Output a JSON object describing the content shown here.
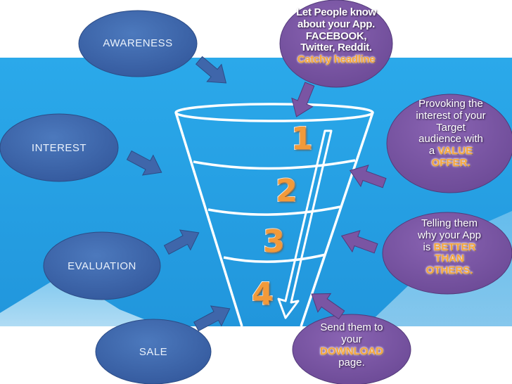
{
  "stages": {
    "awareness": "AWARENESS",
    "interest": "INTEREST",
    "evaluation": "EVALUATION",
    "sale": "SALE"
  },
  "numbers": [
    "1",
    "2",
    "3",
    "4"
  ],
  "callouts": {
    "awareness_lines": [
      "Let People know",
      "about your App.",
      "FACEBOOK,",
      "Twitter, Reddit."
    ],
    "awareness_highlight": "Catchy headline",
    "interest_lines": [
      "Provoking the",
      "interest of your",
      "Target",
      "audience with"
    ],
    "interest_prefix": "a ",
    "interest_highlight_1": "VALUE",
    "interest_highlight_2": "OFFER.",
    "evaluation_lines": [
      "Telling them",
      "why your App"
    ],
    "evaluation_prefix": "is ",
    "evaluation_highlight_1": "BETTER",
    "evaluation_highlight_2": "THAN",
    "evaluation_highlight_3": "OTHERS.",
    "sale_lines": [
      "Send them to",
      "your"
    ],
    "sale_highlight": "DOWNLOAD",
    "sale_suffix": "page."
  },
  "colors": {
    "band": "#2aa7e8",
    "stage_ellipse": "#3d67ad",
    "callout_ellipse": "#7d58a6",
    "highlight": "#f7a53a"
  }
}
